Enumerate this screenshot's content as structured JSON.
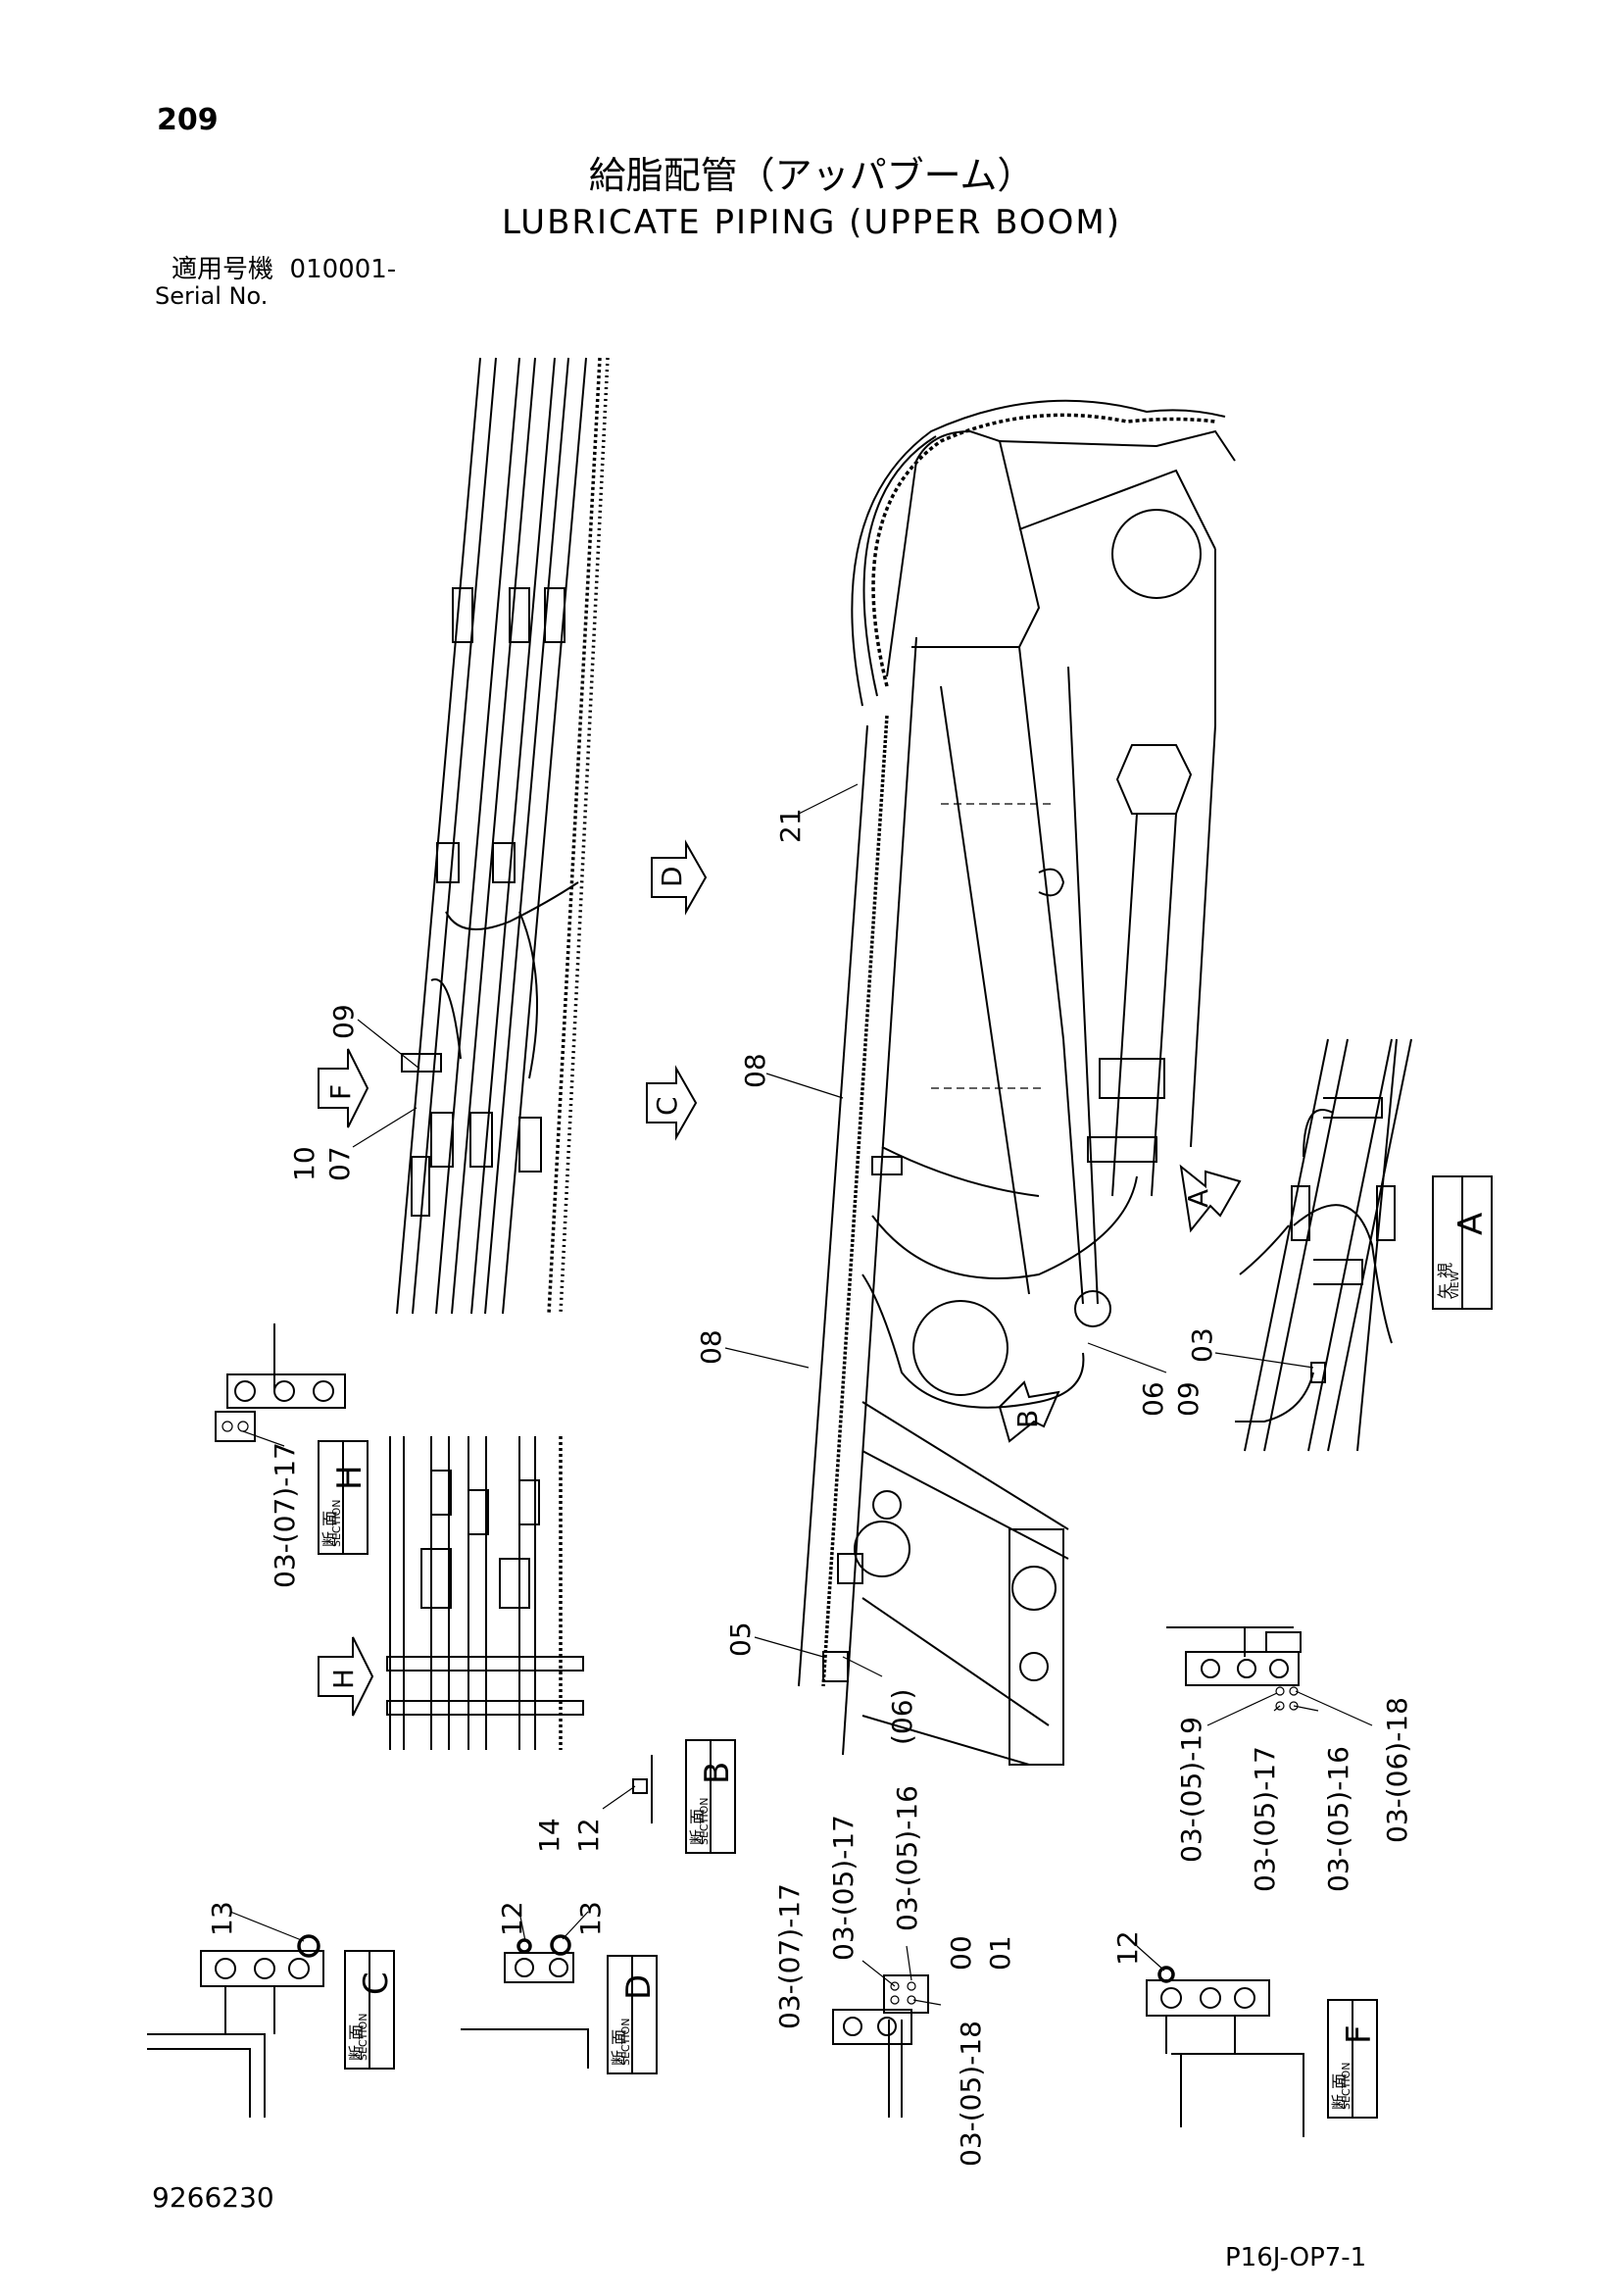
{
  "header": {
    "page_number": "209",
    "title_jp": "給脂配管（アッパブーム）",
    "title_en": "LUBRICATE PIPING (UPPER BOOM)",
    "serial_label_jp": "適用号機",
    "serial_value": "010001-",
    "serial_label_en": "Serial No."
  },
  "footer": {
    "document_number": "9266230",
    "page_code": "P16J-OP7-1"
  },
  "callouts": {
    "c21": "21",
    "c09_left": "09",
    "c10_07_a": "10",
    "c10_07_b": "07",
    "c08_upper": "08",
    "c08_lower": "08",
    "c05": "05",
    "c06_paren": "(06)",
    "c06_09_a": "06",
    "c06_09_b": "09",
    "c03_view": "03",
    "c03_07_17_h": "03-(07)-17",
    "c14_12_a": "14",
    "c14_12_b": "12",
    "c13_c": "13",
    "c12_d": "12",
    "c13_d": "13",
    "c03_07_17_bottom": "03-(07)-17",
    "c03_05_17_bottom": "03-(05)-17",
    "c03_05_16_bottom": "03-(05)-16",
    "c00_01_a": "00",
    "c00_01_b": "01",
    "c03_05_18_bottom": "03-(05)-18",
    "c12_f": "12",
    "c03_05_19_right": "03-(05)-19",
    "c03_05_17_right": "03-(05)-17",
    "c03_05_16_right": "03-(05)-16",
    "c03_06_18_right": "03-(06)-18"
  },
  "view_arrows": {
    "A": "A",
    "B": "B",
    "C": "C",
    "D": "D",
    "F": "F",
    "H": "H"
  },
  "section_labels": {
    "section_jp": "断 面",
    "section_en": "SECTION",
    "view_jp": "矢 視",
    "view_en": "VIEW",
    "A": "A",
    "B": "B",
    "C": "C",
    "D": "D",
    "F": "F",
    "H": "H"
  }
}
